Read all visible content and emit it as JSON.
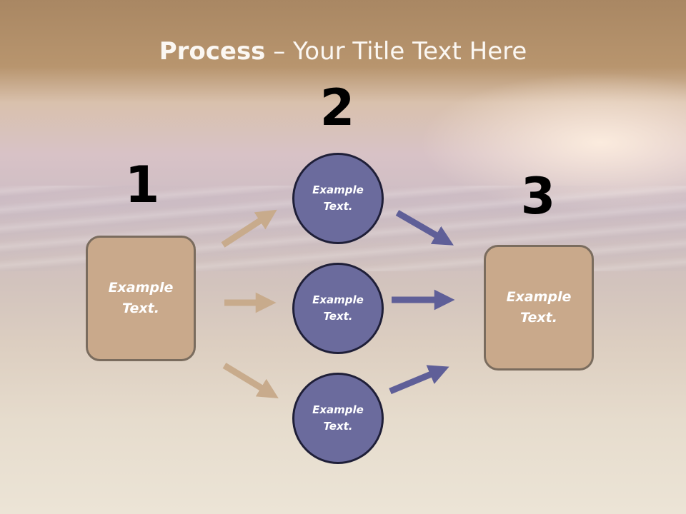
{
  "title": {
    "bold": "Process",
    "rest": " – Your Title Text Here"
  },
  "steps": {
    "one": "1",
    "two": "2",
    "three": "3"
  },
  "boxes": {
    "left_line1": "Example",
    "left_line2": "Text.",
    "right_line1": "Example",
    "right_line2": "Text."
  },
  "circles": [
    {
      "line1": "Example",
      "line2": "Text."
    },
    {
      "line1": "Example",
      "line2": "Text."
    },
    {
      "line1": "Example",
      "line2": "Text."
    }
  ],
  "colors": {
    "tan_box": "#c9a98b",
    "tan_arrow": "#c8ab8c",
    "circle": "#6b6b9d",
    "blue_arrow": "#5f5f98"
  }
}
